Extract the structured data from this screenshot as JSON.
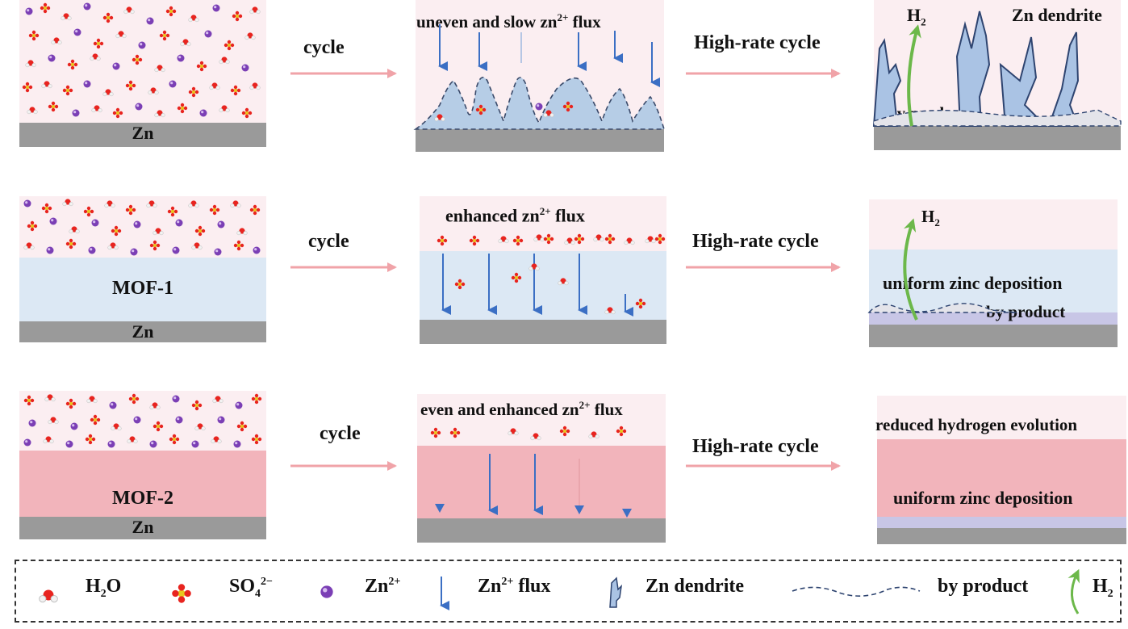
{
  "rows": {
    "row1": {
      "zn_label": "Zn",
      "arrow1_label": "cycle",
      "mid_title_prefix": "uneven and slow zn",
      "mid_title_sup": "2+",
      "mid_title_suffix": " flux",
      "arrow2_label": "High-rate cycle",
      "right_h2": "H",
      "right_h2_sub": "2",
      "right_dendrite": "Zn dendrite",
      "right_byproduct": "by product"
    },
    "row2": {
      "zn_label": "Zn",
      "mof_label": "MOF-1",
      "arrow1_label": "cycle",
      "mid_title_prefix": "enhanced zn",
      "mid_title_sup": "2+",
      "mid_title_suffix": " flux",
      "arrow2_label": "High-rate cycle",
      "right_h2": "H",
      "right_h2_sub": "2",
      "right_deposition": "uniform zinc deposition",
      "right_byproduct": "by product"
    },
    "row3": {
      "zn_label": "Zn",
      "mof_label": "MOF-2",
      "arrow1_label": "cycle",
      "mid_title_prefix": "even and enhanced zn",
      "mid_title_sup": "2+",
      "mid_title_suffix": " flux",
      "arrow2_label": "High-rate cycle",
      "right_hydrogen": "reduced hydrogen evolution",
      "right_deposition": "uniform zinc deposition"
    }
  },
  "legend": {
    "h2o": "H",
    "h2o_sub": "2",
    "h2o_tail": "O",
    "so4": "SO",
    "so4_sub": "4",
    "so4_sup": "2−",
    "zn": "Zn",
    "zn_sup": "2+",
    "flux": "Zn",
    "flux_sup": "2+",
    "flux_tail": " flux",
    "dendrite": "Zn dendrite",
    "byproduct": "by product",
    "h2": "H",
    "h2_sub": "2"
  },
  "colors": {
    "electrolyte": "#fbeef1",
    "mof1": "#dce8f4",
    "mof2": "#f2b4bb",
    "zn_metal": "#9a9a9a",
    "flux_arrow": "#3b6fc4",
    "process_arrow": "#f0a3a8",
    "h2_arrow": "#6cb84a",
    "zn_ion": "#7b3fb5",
    "so4": "#e8241f",
    "dendrite": "#4a6ea8"
  }
}
